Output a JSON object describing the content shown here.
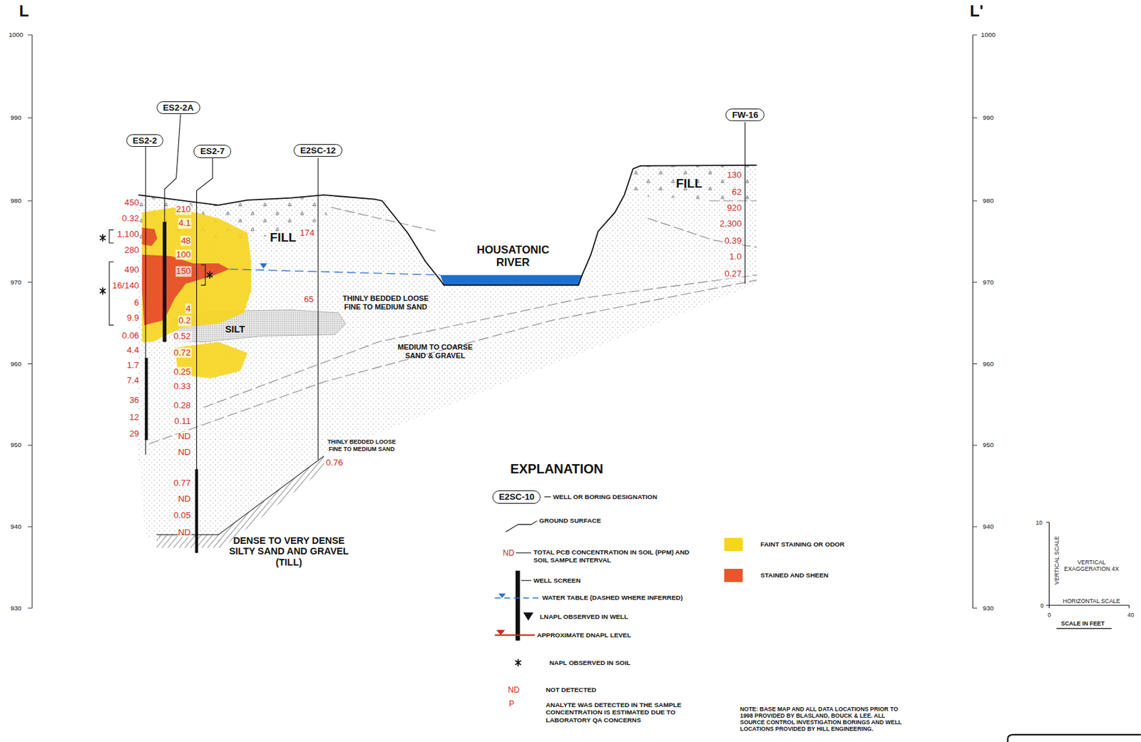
{
  "diagram": {
    "nodes": [
      {
        "text": [
          "ES2-2A"
        ]
      },
      {
        "text": [
          "ES2-2"
        ]
      },
      {
        "text": [
          "ES2-7"
        ]
      },
      {
        "text": [
          "E2SC-12"
        ]
      },
      {
        "text": [
          "FW-16"
        ]
      },
      {
        "text": [
          "E2SC-10"
        ]
      }
    ],
    "labels": [
      "L",
      "L'",
      "1000",
      "990",
      "980",
      "970",
      "960",
      "950",
      "940",
      "930",
      "1000",
      "990",
      "980",
      "970",
      "960",
      "950",
      "940",
      "930",
      "450",
      "0.32",
      "1,100",
      "280",
      "490",
      "16/140",
      "6",
      "9.9",
      "0.06",
      "4.4",
      "1.7",
      "7.4",
      "36",
      "12",
      "29",
      "210",
      "4.1",
      "48",
      "100",
      "150",
      "4",
      "0.2",
      "0.52",
      "0.72",
      "0.25",
      "0.33",
      "0.28",
      "0.11",
      "ND",
      "ND",
      "0.77",
      "ND",
      "0.05",
      "ND",
      "174",
      "65",
      "0.76",
      "130",
      "62",
      "920",
      "2,300",
      "0.39",
      "1.0",
      "0.27",
      "FILL",
      "FILL",
      "HOUSATONIC RIVER",
      "THINLY BEDDED LOOSE FINE TO MEDIUM SAND",
      "MEDIUM TO COARSE SAND & GRAVEL",
      "SILT",
      "THINLY BEDDED LOOSE FINE TO MEDIUM SAND",
      "DENSE TO VERY DENSE SILTY SAND AND GRAVEL (TILL)",
      "EXPLANATION",
      "ND",
      "ND",
      "P",
      "NOTE: BASE MAP AND ALL DATA LOCATIONS PRIOR TO 1998 PROVIDED BY BLASLAND, BOUCK & LEE. ALL SOURCE CONTROL INVESTIGATION BORINGS AND WELL LOCATIONS PROVIDED BY HILL ENGINEERING.",
      "10",
      "0",
      "0",
      "40",
      "VERTICAL SCALE",
      "VERTICAL EXAGGERATION 4X",
      "HORIZONTAL SCALE",
      "SCALE IN FEET"
    ],
    "legend": [
      {
        "text": "WELL OR BORING DESIGNATION"
      },
      {
        "text": "GROUND SURFACE"
      },
      {
        "text": "TOTAL PCB CONCENTRATION IN SOIL (PPM) AND SOIL SAMPLE INTERVAL"
      },
      {
        "text": "WELL SCREEN"
      },
      {
        "text": "WATER TABLE (DASHED WHERE INFERRED)"
      },
      {
        "text": "LNAPL OBSERVED IN WELL"
      },
      {
        "text": "APPROXIMATE DNAPL LEVEL"
      },
      {
        "text": "NAPL OBSERVED IN SOIL"
      },
      {
        "text": "FAINT STAINING OR ODOR",
        "color": "#f7d51d"
      },
      {
        "text": "STAINED AND SHEEN",
        "color": "#e8562c"
      },
      {
        "text": "NOT DETECTED"
      },
      {
        "text": "ANALYTE WAS DETECTED IN THE SAMPLE CONCENTRATION IS ESTIMATED DUE TO LABORATORY QA CONCERNS"
      }
    ]
  }
}
